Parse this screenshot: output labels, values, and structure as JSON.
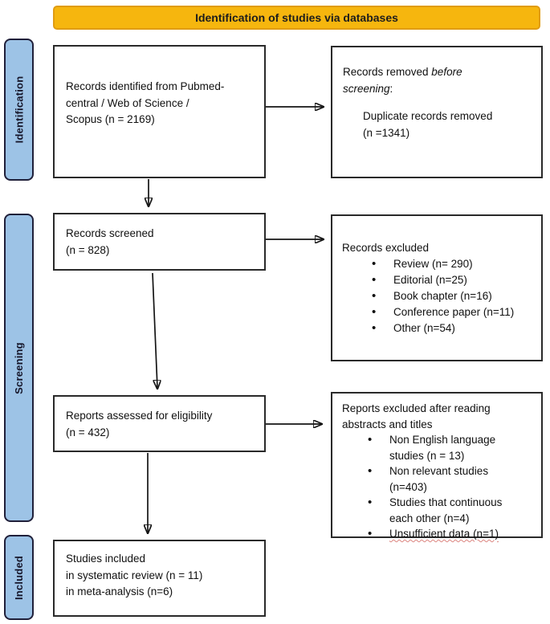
{
  "banner": {
    "title": "Identification of studies via databases"
  },
  "stages": [
    {
      "label": "Identification"
    },
    {
      "label": "Screening"
    },
    {
      "label": "Included"
    }
  ],
  "flow": {
    "identified": {
      "text": "Records identified from Pubmed-\ncentral / Web of Science /\nScopus  (n = 2169)"
    },
    "removed_before": {
      "prefix": "Records removed ",
      "italic": "before\nscreening",
      "suffix": ":",
      "item": "Duplicate records removed\n(n =1341)"
    },
    "screened": {
      "text": "Records screened\n(n = 828)"
    },
    "records_excluded": {
      "title": "Records excluded",
      "bullets": [
        "Review (n= 290)",
        "Editorial (n=25)",
        "Book chapter (n=16)",
        "Conference paper (n=11)",
        "Other (n=54)"
      ]
    },
    "assessed": {
      "text": "Reports assessed for eligibility\n(n = 432)"
    },
    "reports_excluded": {
      "title": "Reports excluded after reading\nabstracts and titles",
      "bullets": [
        "Non English language\nstudies (n = 13)",
        "Non relevant studies\n(n=403)",
        "Studies that continuous\neach other (n=4)",
        "Unsufficient data (n=1)"
      ]
    },
    "included": {
      "text": "Studies included\nin systematic review (n = 11)\nin meta-analysis (n=6)"
    }
  },
  "colors": {
    "banner_fill": "#F6B60E",
    "banner_border": "#E09C12",
    "stage_fill": "#9DC3E6",
    "stage_border": "#20203A",
    "box_border": "#2A2A2A",
    "arrow": "#141414"
  }
}
